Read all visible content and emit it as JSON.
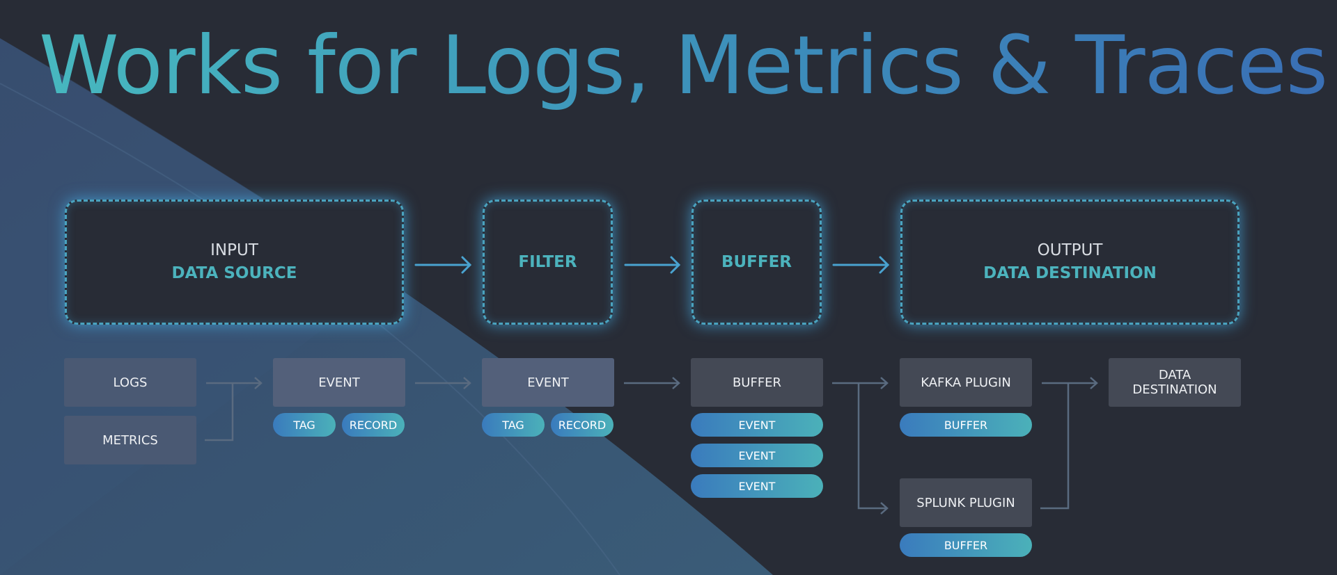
{
  "title": "Works for Logs, Metrics & Traces",
  "stages": {
    "input": {
      "kind": "INPUT",
      "main": "DATA SOURCE"
    },
    "filter": {
      "main": "FILTER"
    },
    "buffer": {
      "main": "BUFFER"
    },
    "output": {
      "kind": "OUTPUT",
      "main": "DATA DESTINATION"
    }
  },
  "flow": {
    "logs": "LOGS",
    "metrics": "METRICS",
    "event1": "EVENT",
    "tag1": "TAG",
    "record1": "RECORD",
    "event2": "EVENT",
    "tag2": "TAG",
    "record2": "RECORD",
    "buffer": "BUFFER",
    "buffer_events": [
      "EVENT",
      "EVENT",
      "EVENT"
    ],
    "kafka": "KAFKA PLUGIN",
    "kafka_buffer": "BUFFER",
    "splunk": "SPLUNK PLUGIN",
    "splunk_buffer": "BUFFER",
    "destination": "DATA DESTINATION"
  },
  "colors": {
    "background": "#282c36",
    "accent_teal": "#4cb3bd",
    "accent_blue": "#3a7bbd",
    "dashed_border": "#4aa3bf"
  }
}
